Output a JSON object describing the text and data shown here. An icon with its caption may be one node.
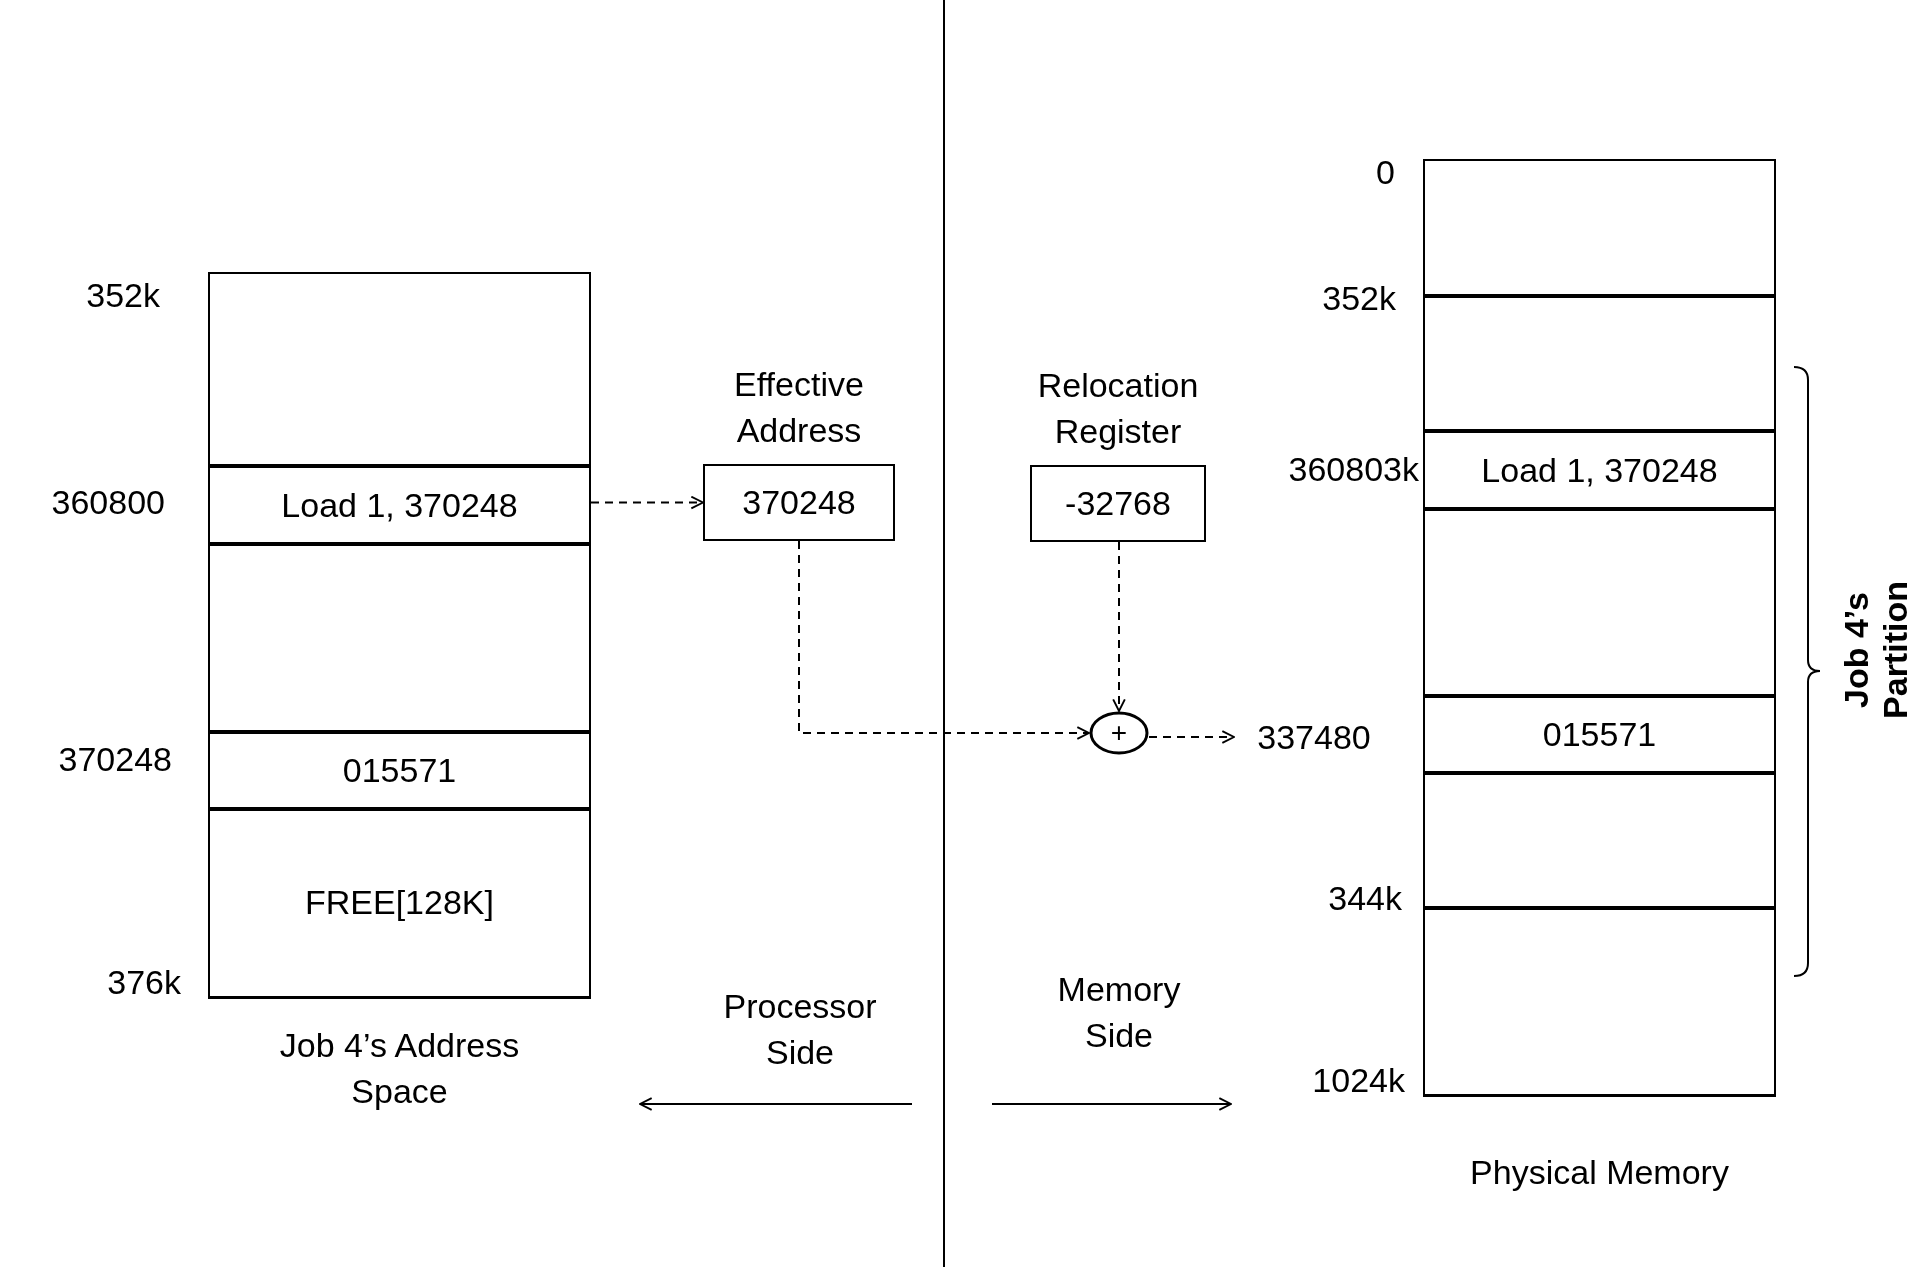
{
  "diagram": {
    "nodes": [
      {
        "text": [
          "Job 4’s Address Space"
        ]
      },
      {
        "text": [],
        "shape": "box",
        "in": 0
      },
      {
        "text": [
          "Load 1, 370248"
        ],
        "in": 0
      },
      {
        "text": [],
        "shape": "box",
        "in": 0
      },
      {
        "text": [
          "015571"
        ],
        "in": 0
      },
      {
        "text": [
          "FREE[128K]"
        ],
        "in": 0
      },
      {
        "text": [
          "Effective Address",
          "370248"
        ]
      },
      {
        "text": [
          "Relocation Register",
          "-32768"
        ]
      },
      {
        "text": [
          "+"
        ]
      },
      {
        "text": [
          "337480"
        ]
      },
      {
        "text": [
          "Physical Memory"
        ]
      },
      {
        "text": [],
        "shape": "box",
        "in": 10
      },
      {
        "text": [],
        "shape": "box",
        "in": 10
      },
      {
        "text": [
          "Load 1, 370248"
        ],
        "in": 10
      },
      {
        "text": [],
        "shape": "box",
        "in": 10
      },
      {
        "text": [
          "015571"
        ],
        "in": 10
      },
      {
        "text": [],
        "shape": "box",
        "in": 10
      },
      {
        "text": [],
        "shape": "box",
        "in": 10
      }
    ],
    "edges": [
      {
        "from": 2,
        "to": 6,
        "arrow": "to",
        "style": "dashed"
      },
      {
        "from": 6,
        "to": 8,
        "arrow": "to",
        "style": "dashed"
      },
      {
        "from": 7,
        "to": 8,
        "arrow": "to",
        "style": "dashed"
      },
      {
        "from": 8,
        "to": 9,
        "arrow": "to",
        "style": "dashed"
      }
    ],
    "labels": [
      "352k",
      "360800",
      "370248",
      "376k",
      "0",
      "352k",
      "360803k",
      "344k",
      "1024k",
      "Processor Side",
      "Memory Side",
      "Job 4’s Partition"
    ]
  }
}
